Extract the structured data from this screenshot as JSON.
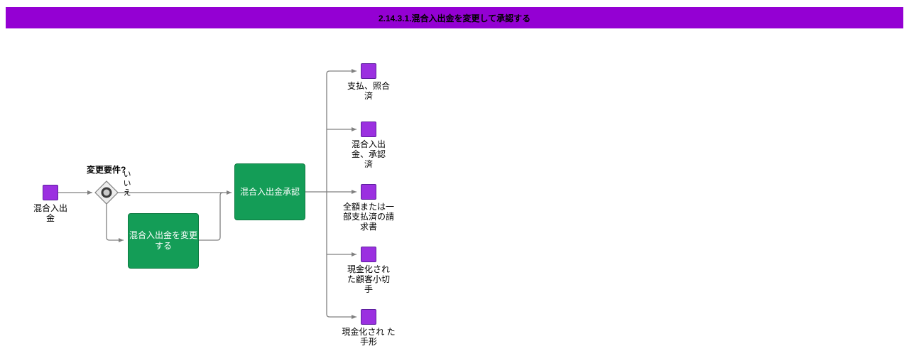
{
  "header": {
    "title": "2.14.3.1.混合入出金を変更して承認する"
  },
  "colors": {
    "header_bg": "#9400D3",
    "node_purple": "#9B30E0",
    "node_purple_border": "#5C1E9E",
    "node_green": "#149D57",
    "node_green_border": "#0C7A40",
    "connector": "#808080",
    "text": "#000000"
  },
  "nodes": {
    "start": {
      "label": "混合入出\n金"
    },
    "decision": {
      "question": "変更要件?",
      "no_label": "いいえ"
    },
    "change_task": {
      "label": "混合入出金を変更\nする"
    },
    "approve_task": {
      "label": "混合入出金承認"
    },
    "outputs": [
      {
        "label": "支払、照合\n済"
      },
      {
        "label": "混合入出\n金、承認\n済"
      },
      {
        "label": "全額または一\n部支払済の請\n求書"
      },
      {
        "label": "現金化され\nた顧客小切\n手"
      },
      {
        "label": "現金化され た\n手形"
      }
    ]
  }
}
